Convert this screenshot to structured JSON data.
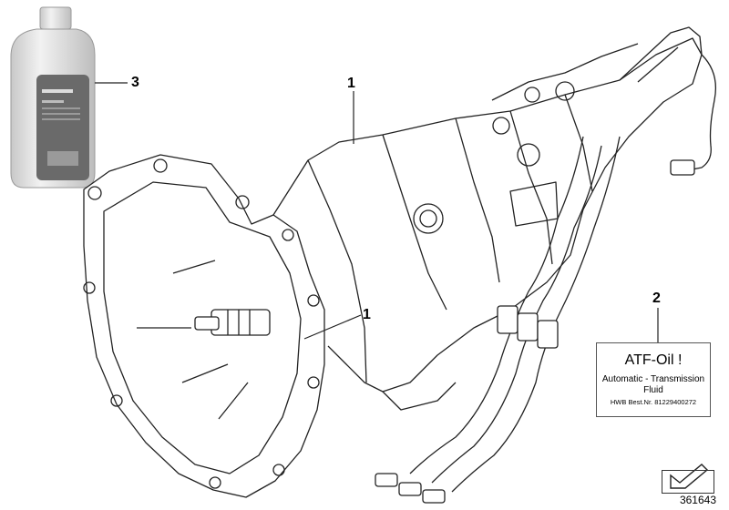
{
  "callouts": {
    "gearbox": "1",
    "atf_label": "2",
    "oil_bottle": "3"
  },
  "atf_label": {
    "title": "ATF-Oil !",
    "line2": "Automatic - Transmission",
    "line3": "Fluid",
    "part_number": "HWB Best.Nr. 81229400272"
  },
  "diagram_number": "361643",
  "colors": {
    "line": "#222222",
    "bottle_fill": "#dcdcdc",
    "bottle_label": "#6a6a6a",
    "background": "#ffffff"
  }
}
